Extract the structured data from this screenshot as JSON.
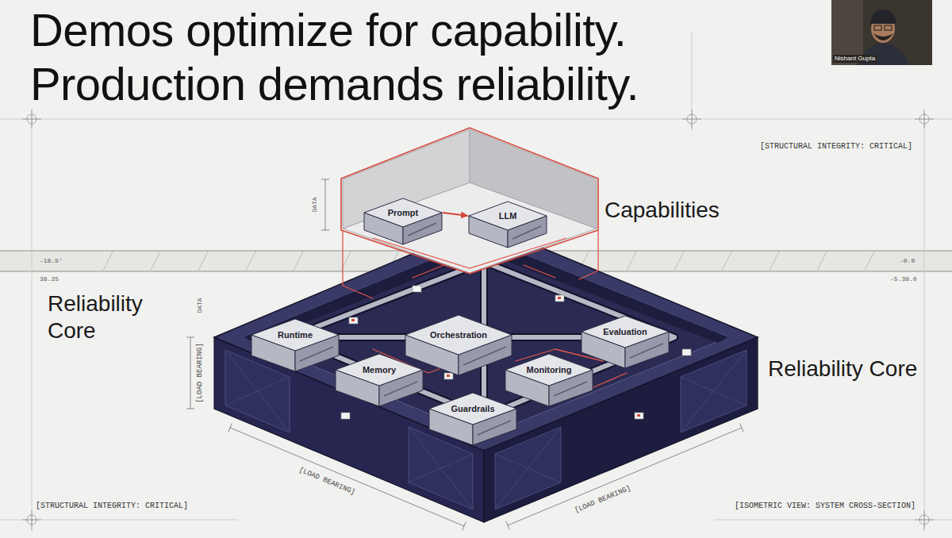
{
  "diagram": {
    "title": "Demos optimize for capability. Production demands reliability.",
    "nodes": [
      {
        "text": [
          "Capabilities"
        ]
      },
      {
        "text": [
          "Prompt"
        ],
        "in": 0
      },
      {
        "text": [
          "LLM"
        ],
        "in": 0
      },
      {
        "text": [
          "Reliability Core",
          "Reliability Core"
        ]
      },
      {
        "text": [
          "Runtime"
        ],
        "in": 3
      },
      {
        "text": [
          "Orchestration"
        ],
        "in": 3
      },
      {
        "text": [
          "Evaluation"
        ],
        "in": 3
      },
      {
        "text": [
          "Memory"
        ],
        "in": 3
      },
      {
        "text": [
          "Monitoring"
        ],
        "in": 3
      },
      {
        "text": [
          "Guardrails"
        ],
        "in": 3
      }
    ],
    "edges": [
      {
        "from": 1,
        "to": 2,
        "arrow": "to"
      }
    ],
    "labels": [
      "Nishant Gupta",
      "[STRUCTURAL INTEGRITY: CRITICAL]",
      "-18.5'",
      "-0.0",
      "DATA",
      "38.25",
      "-5.38.0",
      "DATA",
      "[LOAD BEARING]",
      "[LOAD BEARING]",
      "[LOAD BEARING]",
      "[STRUCTURAL INTEGRITY: CRITICAL]",
      "[ISOMETRIC VIEW: SYSTEM CROSS-SECTION]"
    ]
  }
}
